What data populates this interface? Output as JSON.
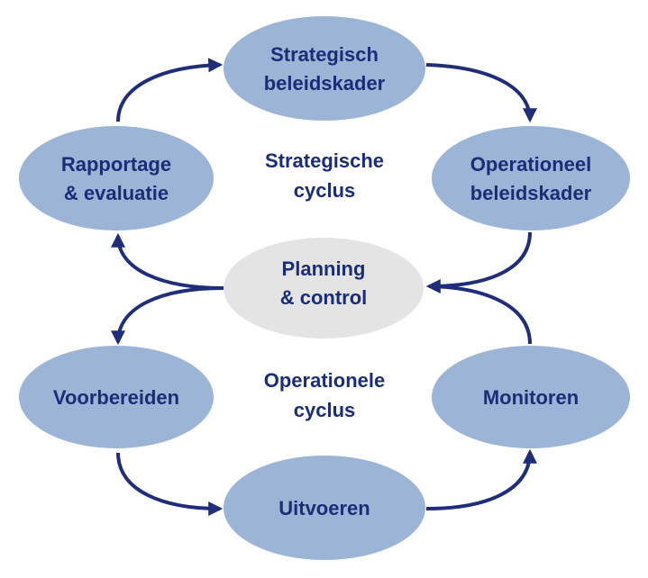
{
  "nodes": {
    "strategisch": [
      "Strategisch",
      "beleidskader"
    ],
    "operationeel": [
      "Operationeel",
      "beleidskader"
    ],
    "rapportage": [
      "Rapportage",
      "& evaluatie"
    ],
    "planning": [
      "Planning",
      "& control"
    ],
    "voorbereiden": [
      "Voorbereiden"
    ],
    "monitoren": [
      "Monitoren"
    ],
    "uitvoeren": [
      "Uitvoeren"
    ]
  },
  "cycles": {
    "strategic": [
      "Strategische",
      "cyclus"
    ],
    "operational": [
      "Operationele",
      "cyclus"
    ]
  },
  "colors": {
    "node": "#9cb4d5",
    "center": "#e4e4e4",
    "text": "#1b2d78",
    "arrow": "#1f2d7b"
  }
}
